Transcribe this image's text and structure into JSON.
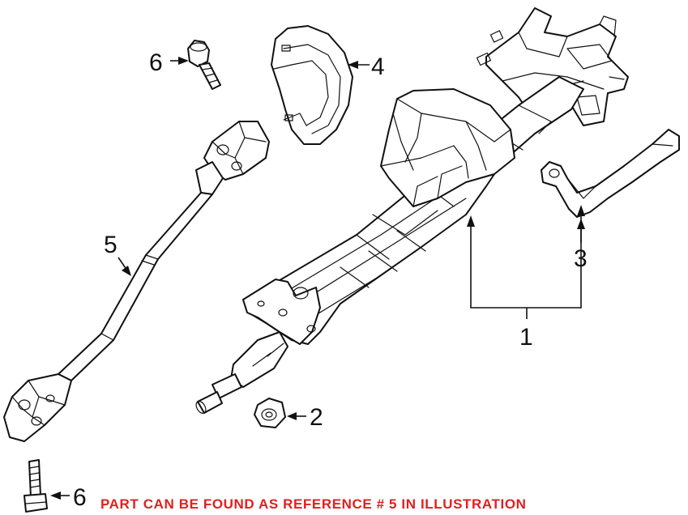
{
  "callouts": {
    "c1": "1",
    "c2": "2",
    "c3": "3",
    "c4": "4",
    "c5": "5",
    "c6_top": "6",
    "c6_bottom": "6"
  },
  "note": "PART CAN BE FOUND AS REFERENCE # 5 IN ILLUSTRATION",
  "colors": {
    "note": "#e02020",
    "line": "#111111",
    "background": "#ffffff"
  }
}
